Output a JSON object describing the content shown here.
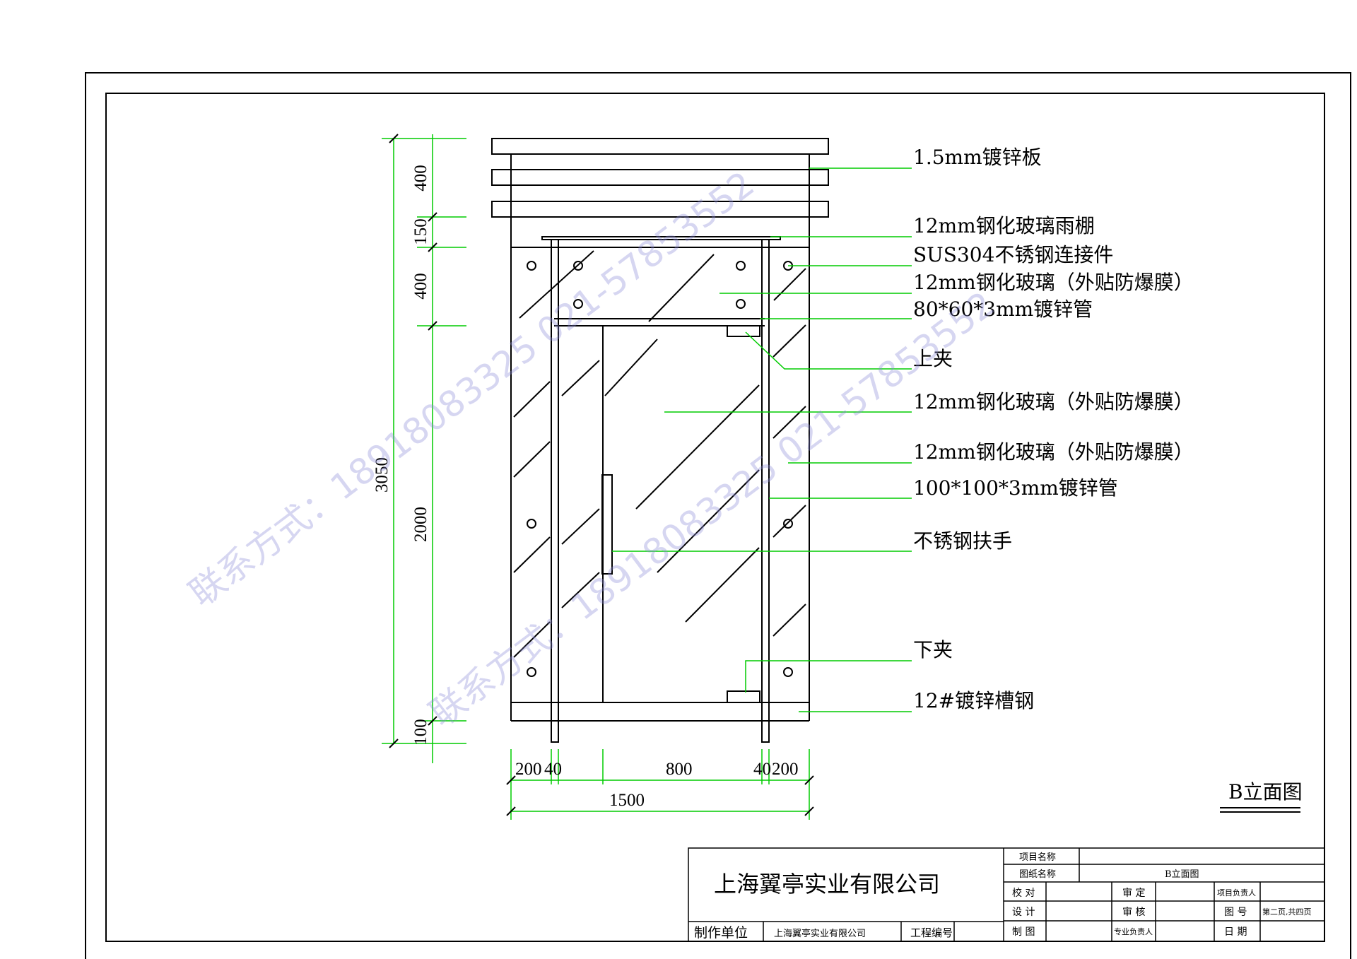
{
  "colors": {
    "line": "#000000",
    "leader": "#00cc00",
    "watermark": "#8a8ad8"
  },
  "drawing_title": "B立面图",
  "labels": {
    "galv_sheet": "1.5mm镀锌板",
    "canopy": "12mm钢化玻璃雨棚",
    "connector": "SUS304不锈钢连接件",
    "glass_top": "12mm钢化玻璃（外贴防爆膜）",
    "pipe_80": "80*60*3mm镀锌管",
    "top_clamp": "上夹",
    "glass_door": "12mm钢化玻璃（外贴防爆膜）",
    "glass_side": "12mm钢化玻璃（外贴防爆膜）",
    "pipe_100": "100*100*3mm镀锌管",
    "handle": "不锈钢扶手",
    "bottom_clamp": "下夹",
    "channel": "12#镀锌槽钢"
  },
  "dimensions": {
    "total_height": "3050",
    "h_400_top": "400",
    "h_150": "150",
    "h_400_mid": "400",
    "h_2000": "2000",
    "h_100": "100",
    "w_200_left": "200",
    "w_40_left": "40",
    "w_800": "800",
    "w_40_right": "40",
    "w_200_right": "200",
    "w_1500": "1500"
  },
  "watermark": {
    "line1": "联系方式：18918083325 021-57853552",
    "line2": "联系方式：18918083325 021-57853552"
  },
  "title_block": {
    "company": "上海翼亭实业有限公司",
    "project_name_label": "项目名称",
    "project_name_value": "",
    "drawing_name_label": "图纸名称",
    "drawing_name_value": "B立面图",
    "check_label": "校 对",
    "design_label": "设 计",
    "draw_label": "制 图",
    "approve_label": "审 定",
    "review_label": "审 核",
    "specialist_label": "专业负责人",
    "project_lead_label": "项目负责人",
    "sheet_no_label": "图 号",
    "sheet_no_value": "第二页,共四页",
    "date_label": "日 期",
    "maker_label": "制作单位",
    "maker_value": "上海翼亭实业有限公司",
    "project_no_label": "工程编号"
  }
}
